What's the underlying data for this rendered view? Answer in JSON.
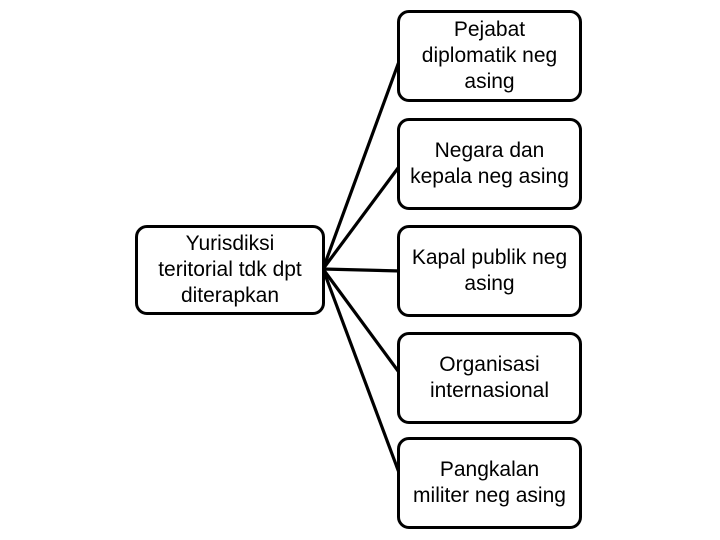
{
  "diagram": {
    "root": {
      "label": "Yurisdiksi\nteritorial tdk dpt\nditerapkan"
    },
    "branches": [
      {
        "label": "Pejabat\ndiplomatik neg\nasing"
      },
      {
        "label": "Negara dan\nkepala neg asing"
      },
      {
        "label": "Kapal publik neg\nasing"
      },
      {
        "label": "Organisasi\ninternasional"
      },
      {
        "label": "Pangkalan\nmiliter neg asing"
      }
    ],
    "colors": {
      "background": "#ffffff",
      "box_fill": "#ffffff",
      "box_border": "#000000",
      "text": "#000000",
      "connector": "#000000"
    }
  }
}
